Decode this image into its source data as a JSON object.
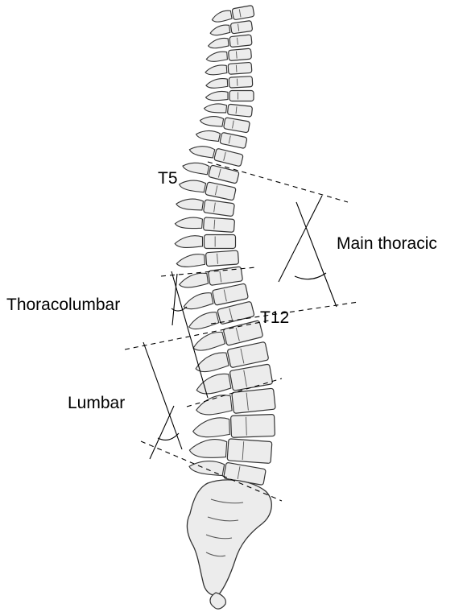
{
  "labels": {
    "t5": "T5",
    "main_thoracic": "Main thoracic",
    "thoracolumbar": "Thoracolumbar",
    "t12": "T12",
    "lumbar": "Lumbar"
  },
  "colors": {
    "bone_fill": "#ececec",
    "bone_stroke": "#333333",
    "line": "#000000",
    "background": "#ffffff"
  }
}
